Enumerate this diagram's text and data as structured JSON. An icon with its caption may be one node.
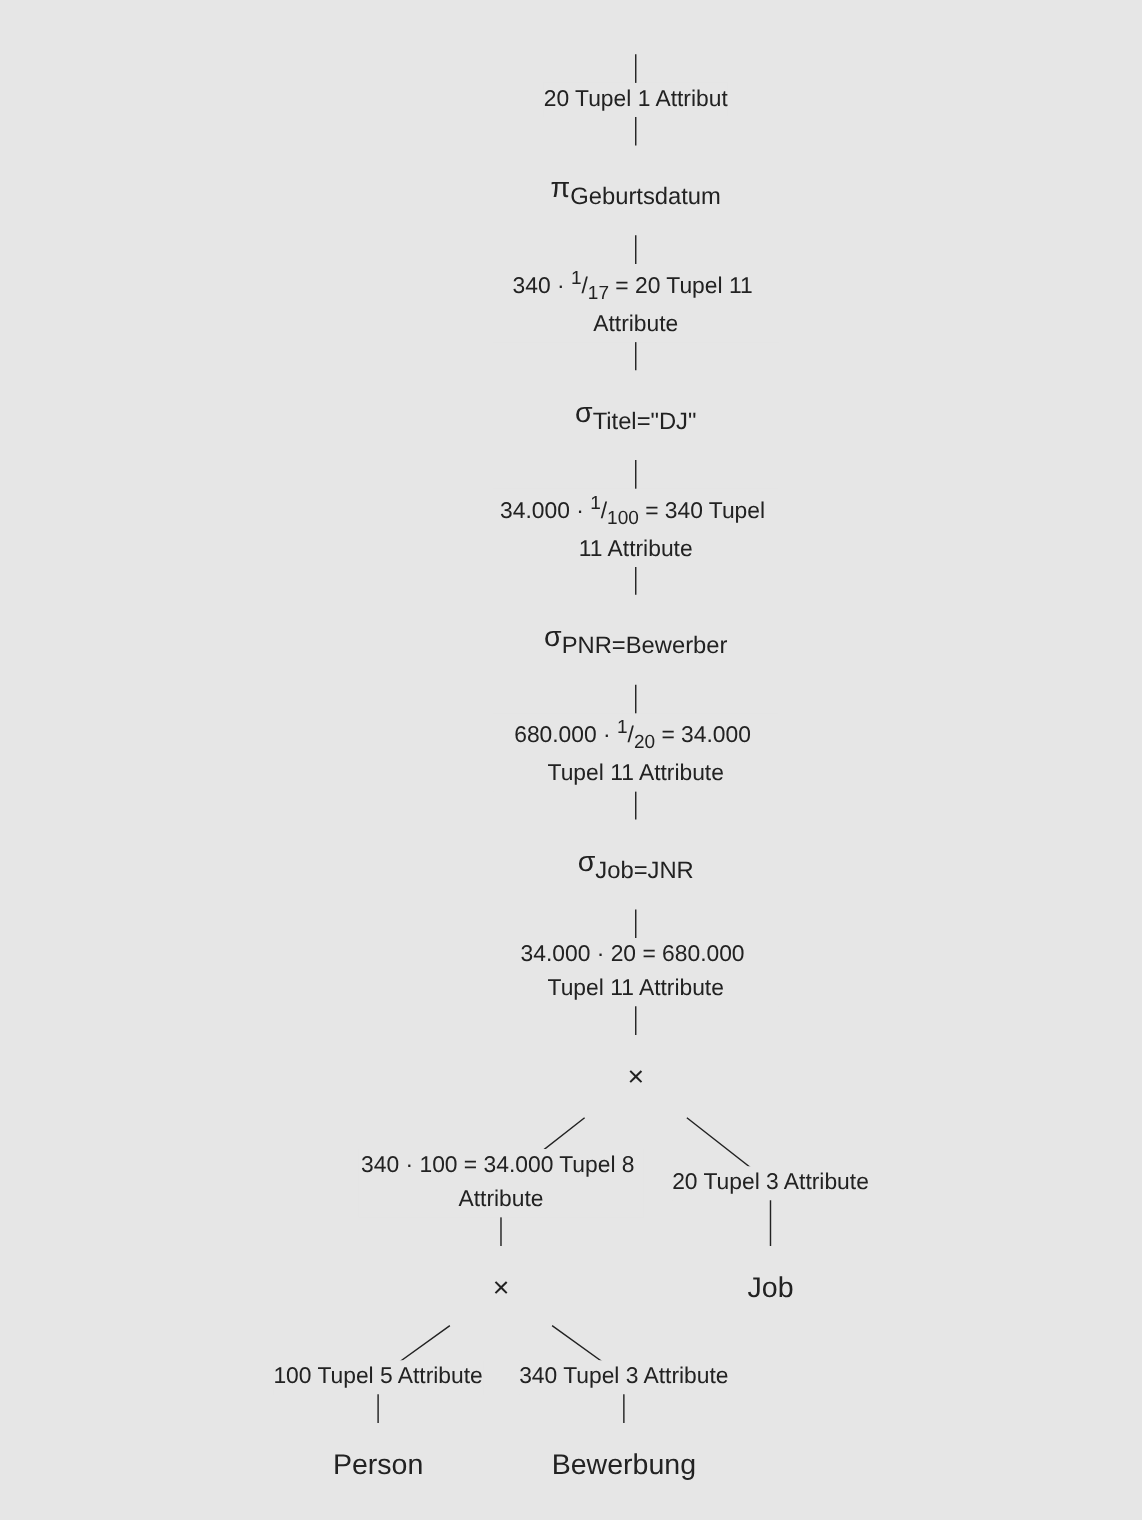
{
  "diagram": {
    "nodes": [
      {
        "text": [
          "π$_{Geburtsdatum}$"
        ]
      },
      {
        "text": [
          "σ$_{Titel=\"DJ\"}$"
        ]
      },
      {
        "text": [
          "σ$_{PNR=Bewerber}$"
        ]
      },
      {
        "text": [
          "σ$_{Job=JNR}$"
        ]
      },
      {
        "text": [
          "×"
        ]
      },
      {
        "text": [
          "×"
        ]
      },
      {
        "text": [
          "Person"
        ]
      },
      {
        "text": [
          "Bewerbung"
        ]
      },
      {
        "text": [
          "Job"
        ]
      }
    ],
    "edges": [
      {
        "from": null,
        "to": 0,
        "arrow": "none",
        "label": "20 Tupel 1 Attribut"
      },
      {
        "from": 0,
        "to": 1,
        "arrow": "none",
        "label": "340 · $^{1}$/$_{17}$ = 20 Tupel 11 Attribute"
      },
      {
        "from": 1,
        "to": 2,
        "arrow": "none",
        "label": "34.000 · $^{1}$/$_{100}$ = 340 Tupel 11 Attribute"
      },
      {
        "from": 2,
        "to": 3,
        "arrow": "none",
        "label": "680.000 · $^{1}$/$_{20}$ = 34.000 Tupel 11 Attribute"
      },
      {
        "from": 3,
        "to": 4,
        "arrow": "none",
        "label": "34.000 · 20 = 680.000 Tupel 11 Attribute"
      },
      {
        "from": 4,
        "to": 5,
        "arrow": "none",
        "label": "340 · 100 = 34.000 Tupel 8 Attribute"
      },
      {
        "from": 4,
        "to": 8,
        "arrow": "none",
        "label": "20 Tupel 3 Attribute"
      },
      {
        "from": 5,
        "to": 6,
        "arrow": "none",
        "label": "100 Tupel 5 Attribute"
      },
      {
        "from": 5,
        "to": 7,
        "arrow": "none",
        "label": "340 Tupel 3 Attribute"
      }
    ]
  }
}
